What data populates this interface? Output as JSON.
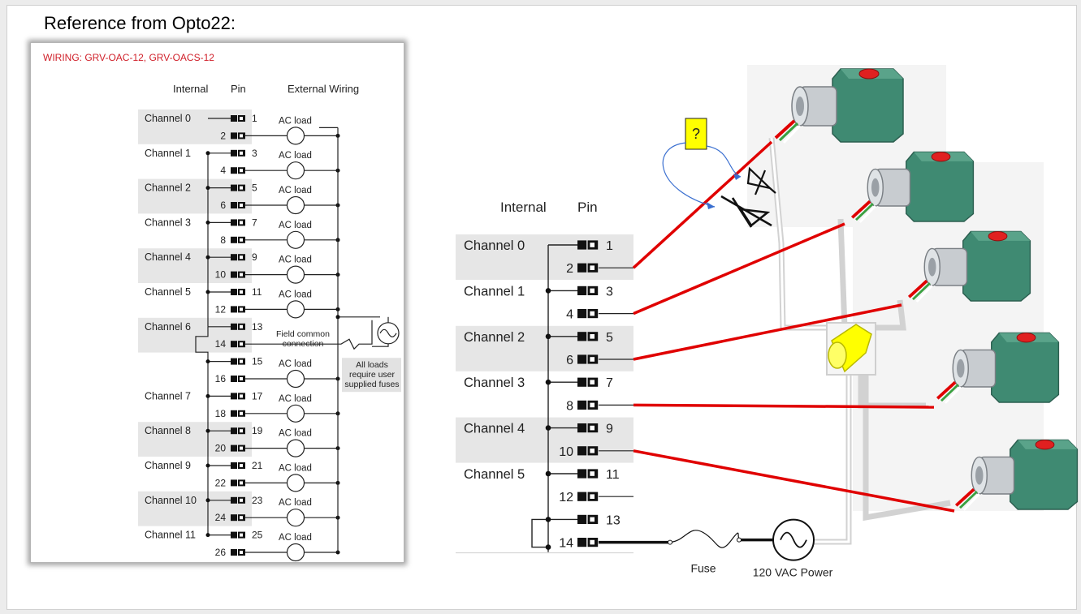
{
  "slide": {
    "title": "Reference from Opto22:"
  },
  "reference": {
    "heading": "WIRING: GRV-OAC-12, GRV-OACS-12",
    "col_internal": "Internal",
    "col_pin": "Pin",
    "col_external": "External Wiring",
    "channels_top": [
      "Channel 0",
      "Channel 1",
      "Channel 2",
      "Channel 3",
      "Channel 4",
      "Channel 5"
    ],
    "channels_bottom": [
      "Channel 6",
      "Channel 7",
      "Channel 8",
      "Channel 9",
      "Channel 10",
      "Channel 11"
    ],
    "pins": [
      "1",
      "2",
      "3",
      "4",
      "5",
      "6",
      "7",
      "8",
      "9",
      "10",
      "11",
      "12",
      "13",
      "14",
      "15",
      "16",
      "17",
      "18",
      "19",
      "20",
      "21",
      "22",
      "23",
      "24",
      "25",
      "26"
    ],
    "load_label": "AC load",
    "field_common": "Field common\nconnection",
    "fuses_note": "All loads\nrequire user\nsupplied fuses"
  },
  "diagram": {
    "col_internal": "Internal",
    "col_pin": "Pin",
    "channels": [
      "Channel 0",
      "Channel 1",
      "Channel 2",
      "Channel 3",
      "Channel 4",
      "Channel 5"
    ],
    "pins": [
      "1",
      "2",
      "3",
      "4",
      "5",
      "6",
      "7",
      "8",
      "9",
      "10",
      "11",
      "12",
      "13",
      "14"
    ],
    "question_mark": "?",
    "fuse_label": "Fuse",
    "power_label": "120 VAC Power",
    "wire_color": "#e00000",
    "highlight_color": "#ffff00",
    "valve_body_color": "#3f8a72",
    "valve_button_color": "#e02020",
    "icons": [
      "solenoid-valve-icon",
      "diode-icon",
      "wire-nut-icon",
      "ac-source-icon",
      "fuse-icon"
    ]
  }
}
